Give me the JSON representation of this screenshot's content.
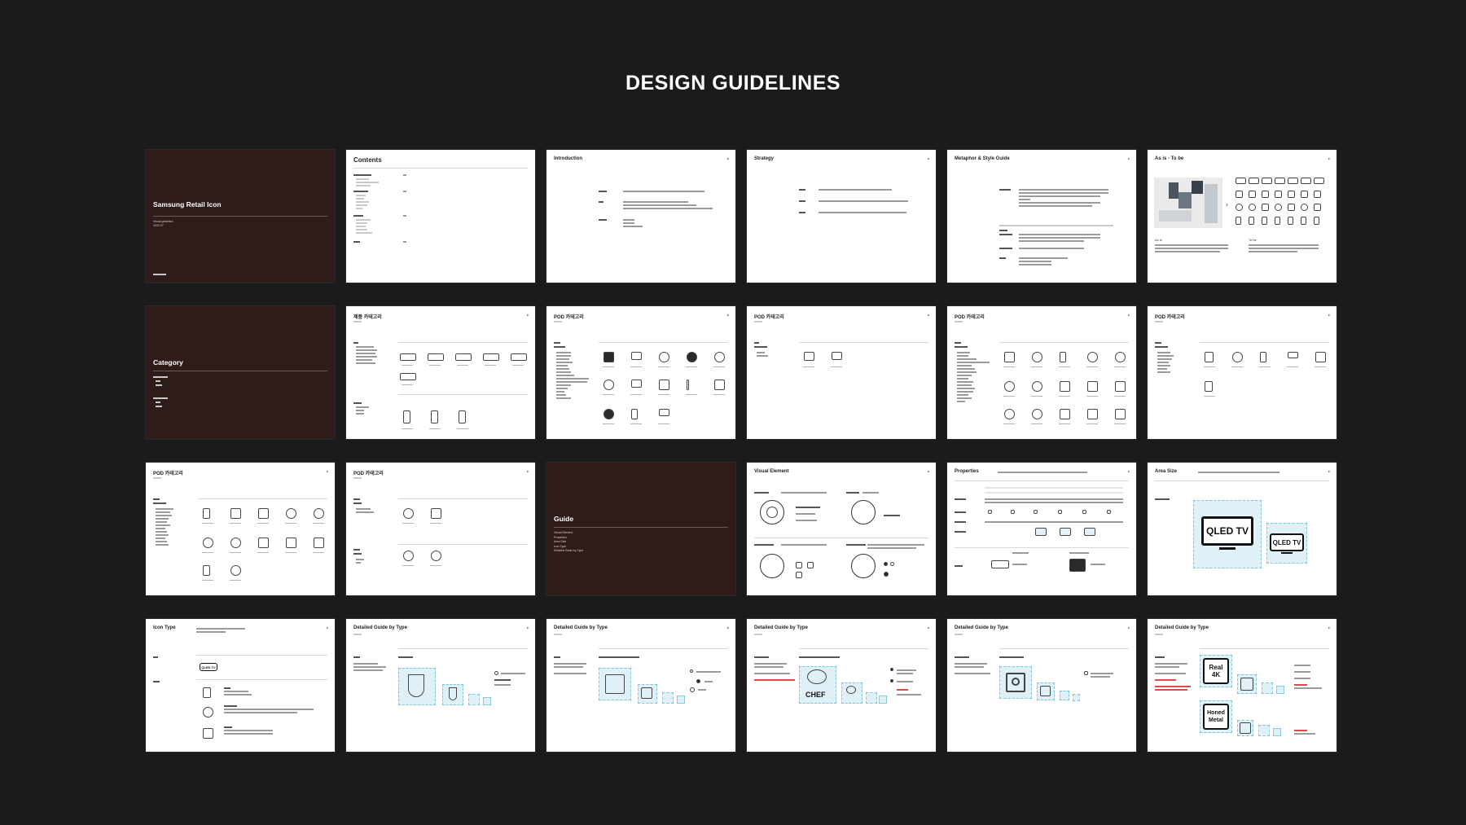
{
  "page": {
    "title": "DESIGN GUIDELINES"
  },
  "slides": {
    "s1": {
      "title": "Samsung Retail Icon",
      "sub1": "Visual guideline",
      "sub2": "2022.07"
    },
    "s2": {
      "title": "Contents"
    },
    "s3": {
      "title": "Introduction"
    },
    "s4": {
      "title": "Strategy"
    },
    "s5": {
      "title": "Metaphor & Style Guide"
    },
    "s6": {
      "title": "As is - To be",
      "as_is": "As is",
      "to_be": "To be"
    },
    "s7": {
      "title": "Category"
    },
    "s8": {
      "title": "제품 카테고리"
    },
    "s9": {
      "title": "POD 카테고리"
    },
    "s10": {
      "title": "POD 카테고리"
    },
    "s11": {
      "title": "POD 카테고리"
    },
    "s12": {
      "title": "POD 카테고리"
    },
    "s13": {
      "title": "POD 카테고리"
    },
    "s14": {
      "title": "POD 카테고리"
    },
    "s15": {
      "title": "Guide",
      "items": [
        "Visual Element",
        "Properties",
        "Area Size",
        "Icon Type",
        "Detailed Guide by Type"
      ]
    },
    "s16": {
      "title": "Visual Element"
    },
    "s17": {
      "title": "Properties"
    },
    "s18": {
      "title": "Area Size",
      "tv_big": "QLED TV",
      "tv_small": "QLED TV"
    },
    "s19": {
      "title": "Icon Type",
      "tv": "QLED TV"
    },
    "s20": {
      "title": "Detailed Guide by Type"
    },
    "s21": {
      "title": "Detailed Guide by Type"
    },
    "s22": {
      "title": "Detailed Guide by Type",
      "chef": "CHEF"
    },
    "s23": {
      "title": "Detailed Guide by Type"
    },
    "s24": {
      "title": "Detailed Guide by Type",
      "real": "Real 4K",
      "honed": "Honed Metal"
    }
  }
}
